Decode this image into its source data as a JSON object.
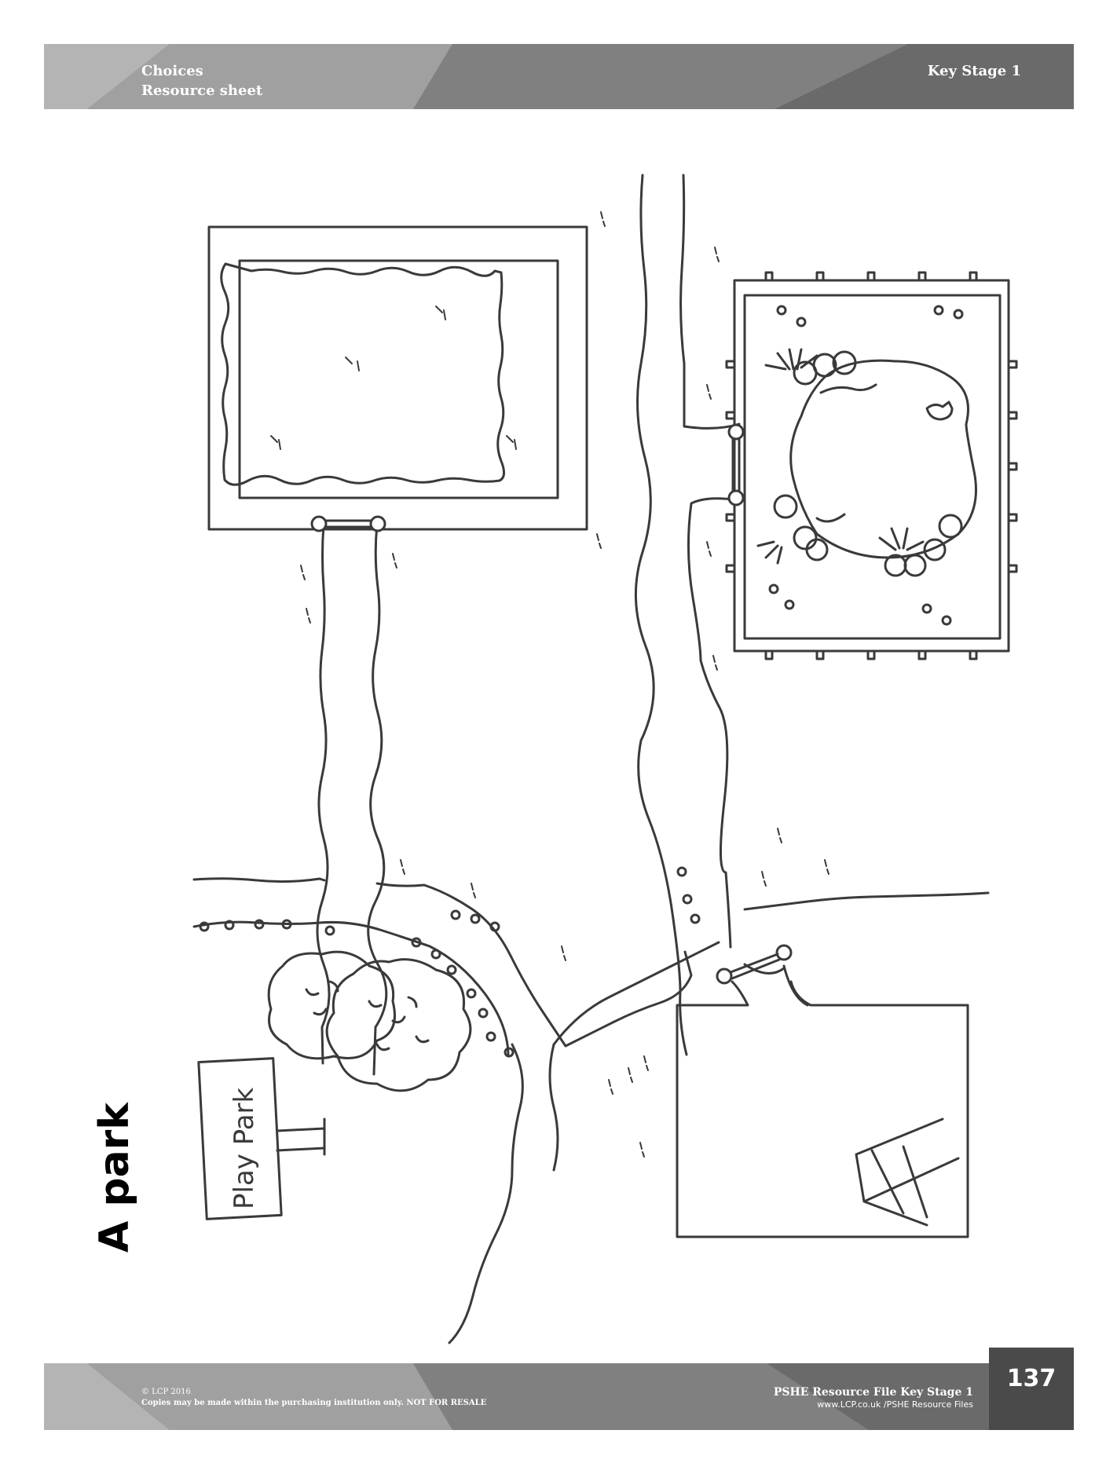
{
  "header": {
    "title": "Choices",
    "subtitle": "Resource sheet",
    "stage": "Key Stage 1"
  },
  "map": {
    "title": "A park",
    "sign_text": "Play Park"
  },
  "footer": {
    "copyright": "© LCP 2016",
    "notice": "Copies may be made within the purchasing institution only. NOT FOR RESALE",
    "resource_name": "PSHE Resource File Key Stage 1",
    "website": "www.LCP.co.uk /PSHE Resource Files",
    "page_number": "137"
  },
  "colors": {
    "band_light": "#b4b4b4",
    "band_mid": "#8c8c8c",
    "band_dark": "#6a6a6a",
    "page_number_bg": "#4a4a4a",
    "line": "#3a3a3a"
  }
}
